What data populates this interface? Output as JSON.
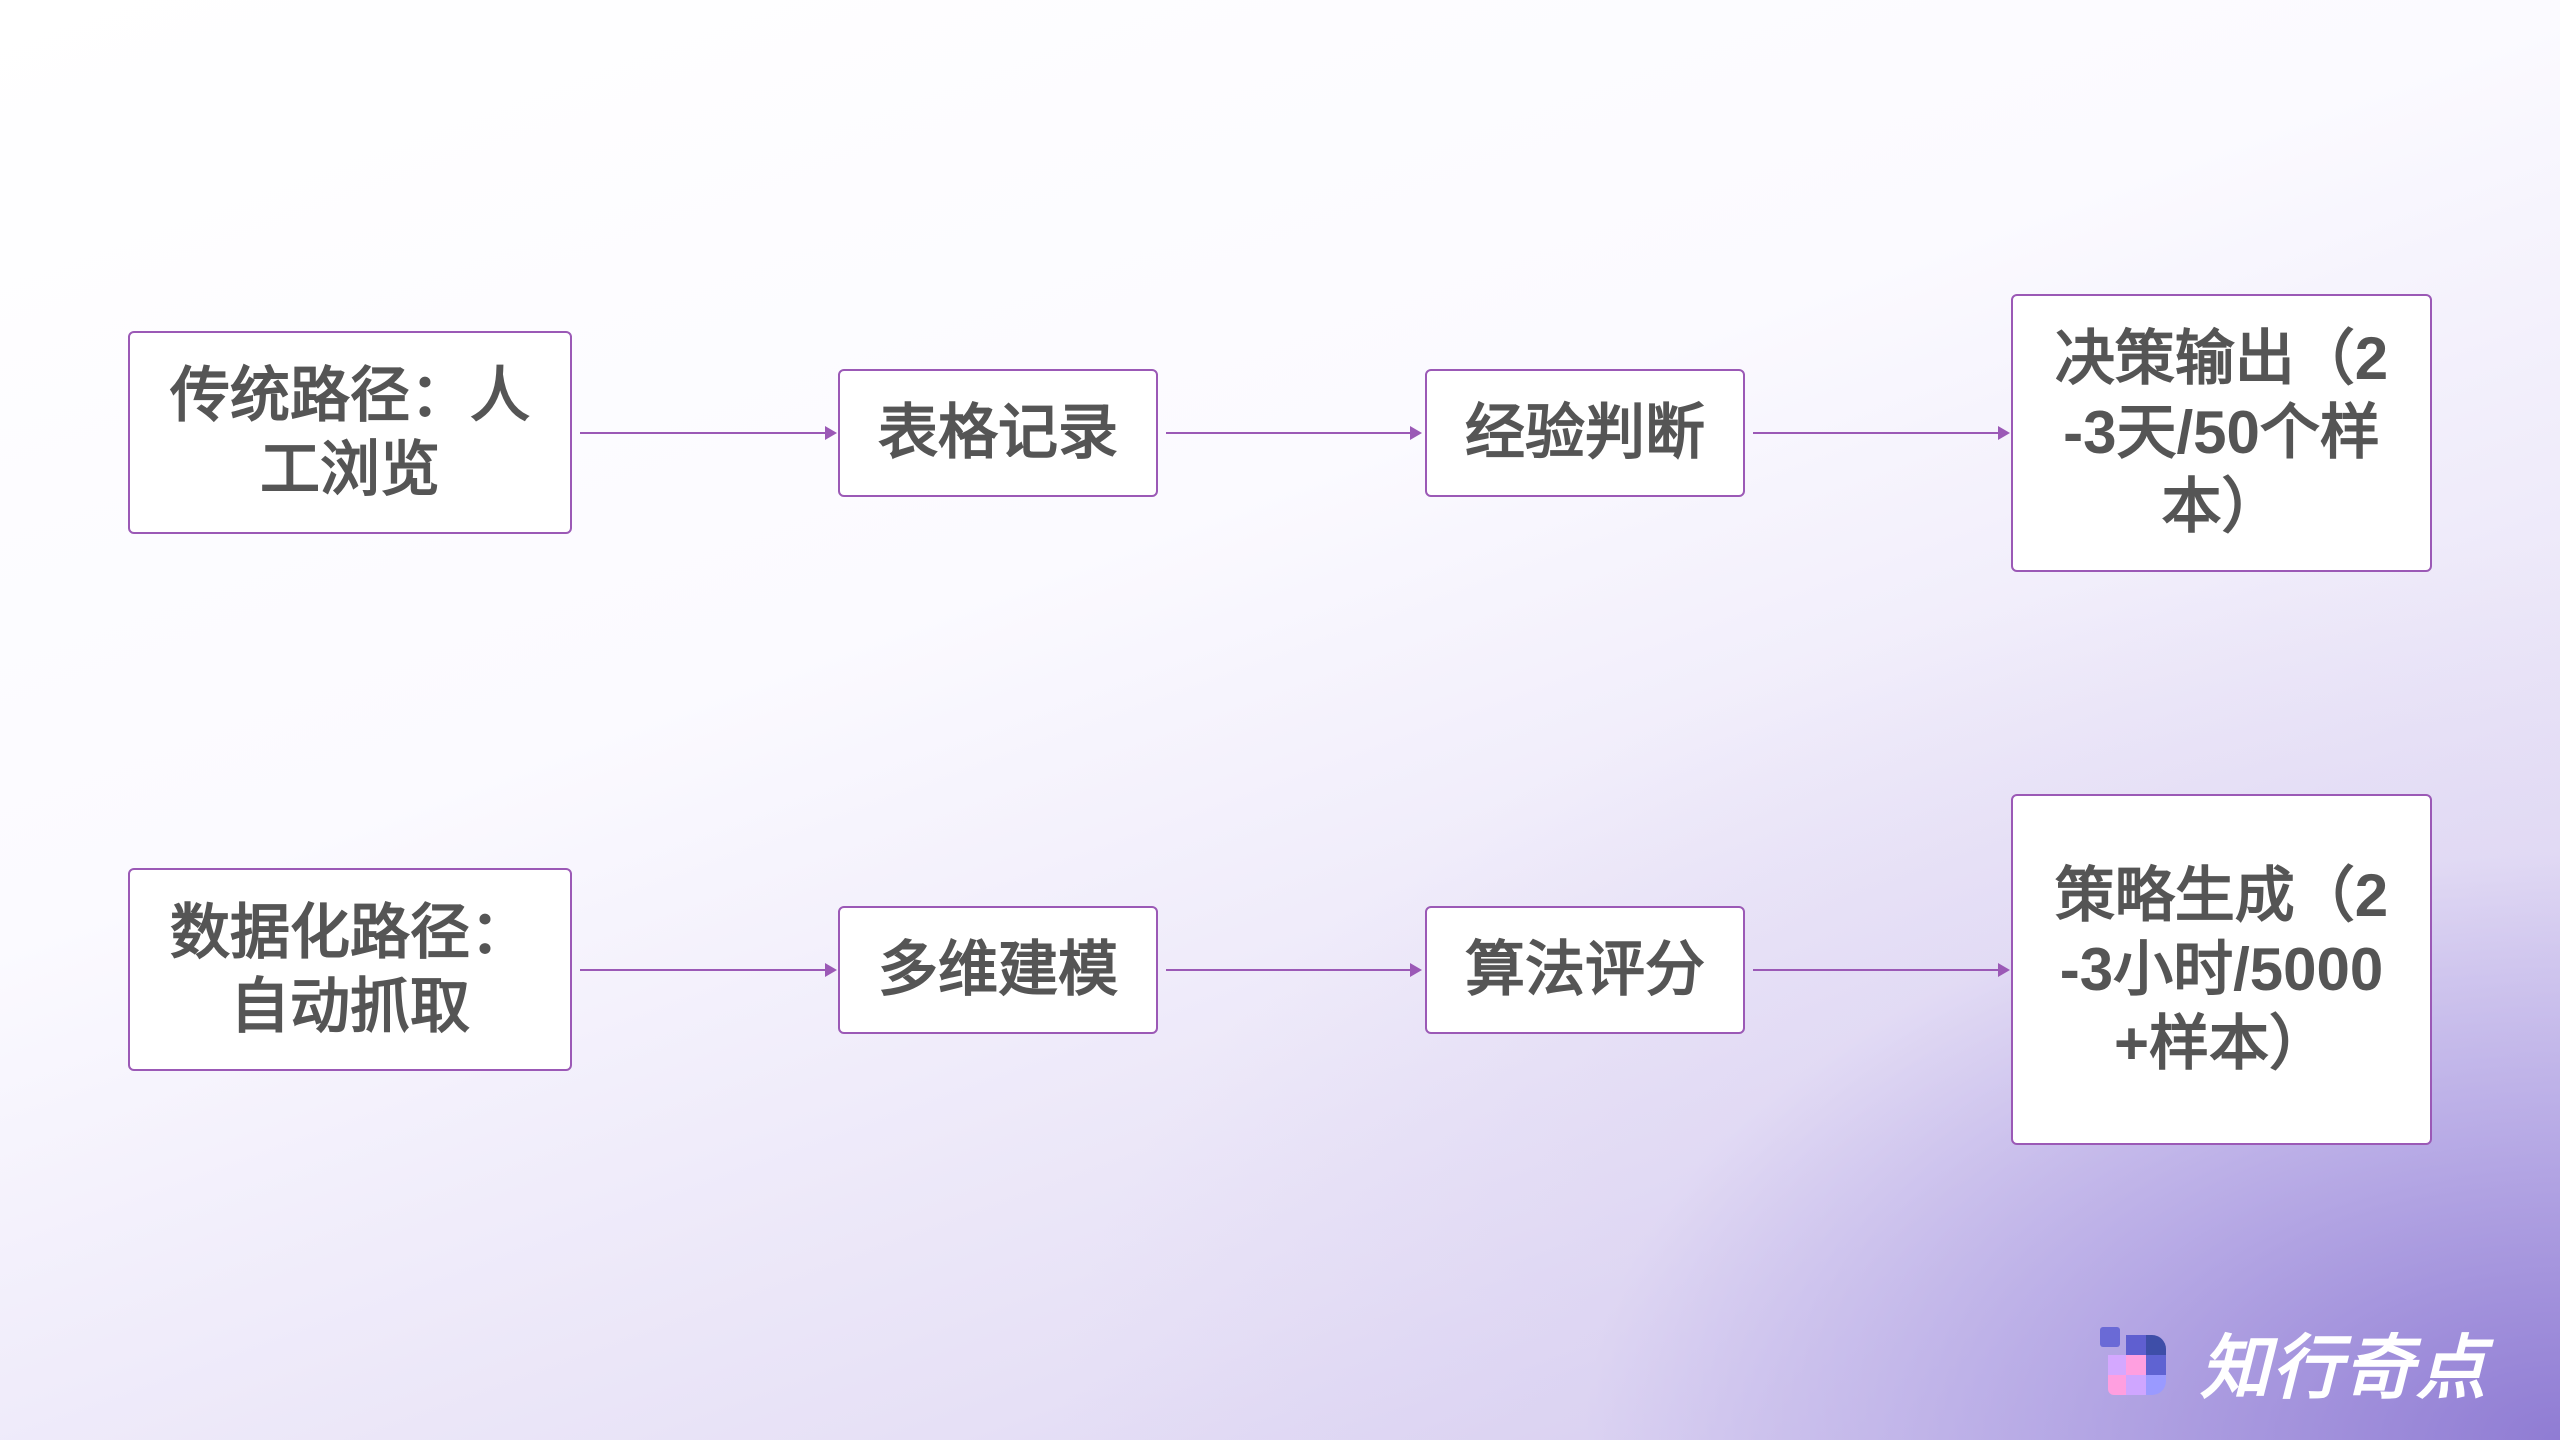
{
  "rows": [
    {
      "name": "traditional",
      "steps": [
        "传统路径：人工浏览",
        "表格记录",
        "经验判断",
        "决策输出（2-3天/50个样本）"
      ]
    },
    {
      "name": "data-driven",
      "steps": [
        "数据化路径：自动抓取",
        "多维建模",
        "算法评分",
        "策略生成（2-3小时/5000+样本）"
      ]
    }
  ],
  "logo": {
    "text": "知行奇点"
  },
  "colors": {
    "border": "#9b59b6",
    "text": "#555555"
  }
}
